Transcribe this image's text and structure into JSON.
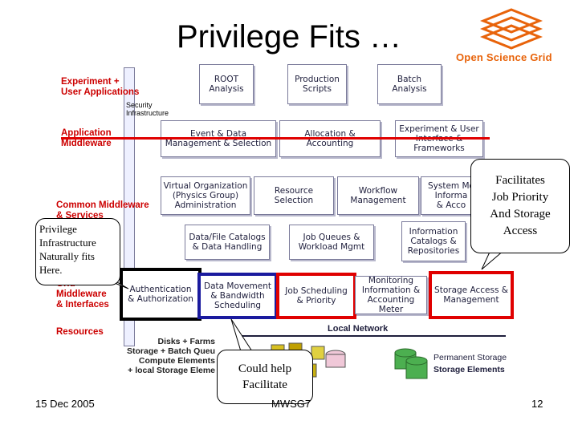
{
  "title": "Privilege Fits …",
  "logo": {
    "text": "Open Science Grid",
    "icon": "osg-stacked-diamonds-logo",
    "color": "#e8630a"
  },
  "layers": {
    "experiment": "Experiment +\nUser Applications",
    "app_middleware": "Application\nMiddleware",
    "common_middleware": "Common Middleware\n& Services",
    "grid_middleware": "Grid\nMiddleware\n& Interfaces",
    "resources": "Resources"
  },
  "security_label": "Security\nInfrastructure",
  "boxes": {
    "root": "ROOT\nAnalysis",
    "production": "Production\nScripts",
    "batch": "Batch\nAnalysis",
    "event_data": "Event & Data\nManagement & Selection",
    "allocation": "Allocation &\nAccounting",
    "experiment_ui": "Experiment & User\nInterface &\nFrameworks",
    "vo": "Virtual Organization\n(Physics Group)\nAdministration",
    "resource_selection": "Resource\nSelection",
    "workflow": "Workflow\nManagement",
    "system_mon": "System Mo\nInforma\n& Acco",
    "data_catalogs": "Data/File Catalogs\n& Data Handling",
    "job_queues": "Job Queues &\nWorkload Mgmt",
    "info_catalogs": "Information\nCatalogs &\nRepositories",
    "authn": "Authentication\n& Authorization",
    "data_movement": "Data Movement\n& Bandwidth\nScheduling",
    "job_scheduling": "Job Scheduling\n& Priority",
    "monitoring": "Monitoring\nInformation &\nAccounting Meter",
    "storage_access": "Storage Access &\nManagement"
  },
  "network_label": "Local Network",
  "resources_text": "Disks + Farms\nStorage + Batch Queu\nCompute Elements\n+ local Storage Eleme",
  "permanent_storage": "Permanent Storage",
  "storage_elements": "Storage Elements",
  "callouts": {
    "privilege": "Privilege\nInfrastructure\nNaturally fits\nHere.",
    "facilitates": "Facilitates\nJob Priority\nAnd Storage\nAccess",
    "could_help": "Could help\nFacilitate"
  },
  "footer": {
    "date": "15 Dec 2005",
    "event": "MWSG7",
    "page": "12"
  },
  "colors": {
    "highlight_black": "#000000",
    "highlight_blue": "#1a1a9e",
    "highlight_red": "#e00000",
    "layer_label": "#cc0000"
  }
}
